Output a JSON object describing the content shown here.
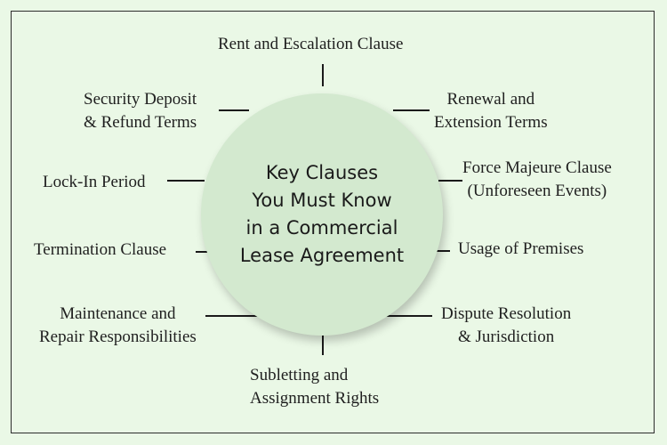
{
  "center": {
    "title": "Key Clauses\nYou Must Know\nin a Commercial\nLease Agreement"
  },
  "clauses": {
    "rent": "Rent and Escalation Clause",
    "renewal": "Renewal and\nExtension Terms",
    "force_majeure": "Force Majeure Clause\n(Unforeseen Events)",
    "usage": "Usage of Premises",
    "dispute": "Dispute Resolution\n& Jurisdiction",
    "subletting": "Subletting and\nAssignment Rights",
    "maintenance": "Maintenance and\nRepair Responsibilities",
    "termination": "Termination Clause",
    "lockin": "Lock-In Period",
    "security": "Security Deposit\n& Refund Terms"
  }
}
